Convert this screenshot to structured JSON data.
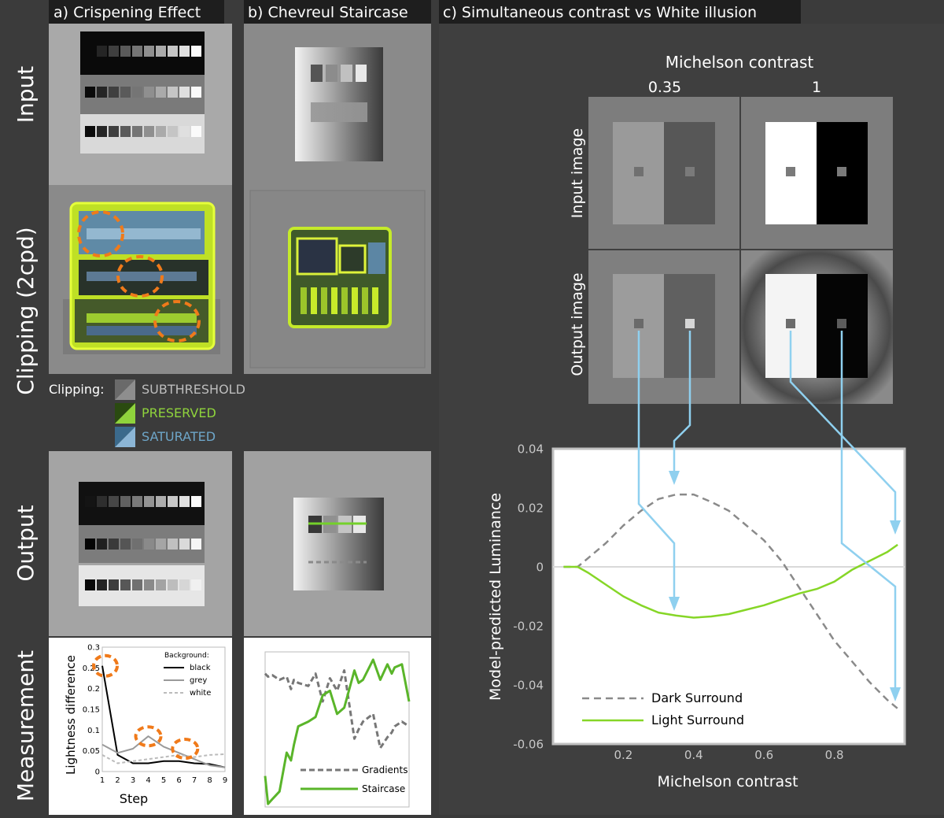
{
  "panels": {
    "a_title": "a) Crispening Effect",
    "b_title": "b) Chevreul Staircase",
    "c_title": "c) Simultaneous contrast vs White illusion"
  },
  "rows": {
    "input": "Input",
    "clipping": "Clipping (2cpd)",
    "output": "Output",
    "measurement": "Measurement"
  },
  "legend_clipping": {
    "title": "Clipping:",
    "items": [
      {
        "label": "SUBTHRESHOLD",
        "color": "#bdbdbd"
      },
      {
        "label": "PRESERVED",
        "color": "#8fd33c"
      },
      {
        "label": "SATURATED",
        "color": "#6ea6c9"
      }
    ]
  },
  "panel_c": {
    "top_label": "Michelson contrast",
    "col_labels": [
      "0.35",
      "1"
    ],
    "row_labels": [
      "Input image",
      "Output image"
    ]
  },
  "chart_data": [
    {
      "type": "line",
      "id": "crispening",
      "xlabel": "Step",
      "ylabel": "Lightness difference",
      "xlim": [
        1,
        9
      ],
      "ylim": [
        0,
        0.3
      ],
      "xticks": [
        1,
        2,
        3,
        4,
        5,
        6,
        7,
        8,
        9
      ],
      "yticks": [
        0,
        0.05,
        0.1,
        0.15,
        0.2,
        0.25,
        0.3
      ],
      "ytick_labels": [
        "0",
        "0.05",
        "0.1",
        "0.15",
        "0.2",
        "0.25",
        "0.3"
      ],
      "legend_title": "Background:",
      "x": [
        1,
        2,
        3,
        4,
        5,
        6,
        7,
        8,
        9
      ],
      "series": [
        {
          "name": "black",
          "color": "#000000",
          "dash": "",
          "values": [
            0.255,
            0.04,
            0.02,
            0.02,
            0.025,
            0.025,
            0.02,
            0.018,
            0.01
          ]
        },
        {
          "name": "grey",
          "color": "#9a9a9a",
          "dash": "",
          "values": [
            0.065,
            0.045,
            0.055,
            0.085,
            0.06,
            0.045,
            0.03,
            0.015,
            0.01
          ]
        },
        {
          "name": "white",
          "color": "#bbbbbb",
          "dash": "4 3",
          "values": [
            0.04,
            0.02,
            0.025,
            0.03,
            0.035,
            0.04,
            0.035,
            0.04,
            0.042
          ]
        }
      ]
    },
    {
      "type": "line",
      "id": "staircase",
      "x": [
        0,
        0.02,
        0.05,
        0.1,
        0.15,
        0.18,
        0.2,
        0.23,
        0.3,
        0.35,
        0.4,
        0.45,
        0.5,
        0.55,
        0.62,
        0.65,
        0.68,
        0.75,
        0.8,
        0.85,
        0.88,
        0.9,
        0.95,
        1
      ],
      "series": [
        {
          "name": "Gradients",
          "color": "#777777",
          "dash": "7 4",
          "values": [
            0.86,
            0.84,
            0.85,
            0.82,
            0.84,
            0.76,
            0.82,
            0.8,
            0.78,
            0.86,
            0.68,
            0.83,
            0.75,
            0.88,
            0.44,
            0.5,
            0.55,
            0.6,
            0.38,
            0.45,
            0.48,
            0.52,
            0.55,
            0.52
          ]
        },
        {
          "name": "Staircase",
          "color": "#5ab52a",
          "dash": "",
          "values": [
            0.2,
            0.02,
            0.05,
            0.1,
            0.35,
            0.3,
            0.4,
            0.52,
            0.55,
            0.58,
            0.72,
            0.75,
            0.6,
            0.64,
            0.88,
            0.8,
            0.82,
            0.95,
            0.82,
            0.92,
            0.86,
            0.9,
            0.92,
            0.68
          ]
        }
      ],
      "legend": [
        "Gradients",
        "Staircase"
      ]
    },
    {
      "type": "line",
      "id": "luminance",
      "xlabel": "Michelson contrast",
      "ylabel": "Model-predicted Luminance",
      "xlim": [
        0,
        1
      ],
      "ylim": [
        -0.06,
        0.04
      ],
      "xticks": [
        0.2,
        0.4,
        0.6,
        0.8
      ],
      "xtick_labels": [
        "0.2",
        "0.4",
        "0.6",
        "0.8"
      ],
      "yticks": [
        -0.06,
        -0.04,
        -0.02,
        0,
        0.02,
        0.04
      ],
      "ytick_labels": [
        "-0.06",
        "-0.04",
        "-0.02",
        "0",
        "0.02",
        "0.04"
      ],
      "x": [
        0.03,
        0.07,
        0.1,
        0.15,
        0.2,
        0.25,
        0.3,
        0.35,
        0.4,
        0.45,
        0.5,
        0.55,
        0.6,
        0.65,
        0.7,
        0.75,
        0.8,
        0.85,
        0.9,
        0.95,
        0.98
      ],
      "series": [
        {
          "name": "Dark Surround",
          "color": "#8a8a8a",
          "dash": "9 6",
          "values": [
            0,
            0,
            0.003,
            0.008,
            0.014,
            0.019,
            0.023,
            0.0245,
            0.0245,
            0.022,
            0.019,
            0.014,
            0.009,
            0.002,
            -0.007,
            -0.016,
            -0.025,
            -0.032,
            -0.039,
            -0.045,
            -0.048
          ]
        },
        {
          "name": "Light Surround",
          "color": "#86d627",
          "dash": "",
          "values": [
            0,
            0,
            -0.002,
            -0.006,
            -0.01,
            -0.013,
            -0.0155,
            -0.0165,
            -0.0172,
            -0.0168,
            -0.016,
            -0.0145,
            -0.013,
            -0.011,
            -0.009,
            -0.0075,
            -0.005,
            -0.001,
            0.002,
            0.005,
            0.0075
          ]
        }
      ]
    }
  ]
}
